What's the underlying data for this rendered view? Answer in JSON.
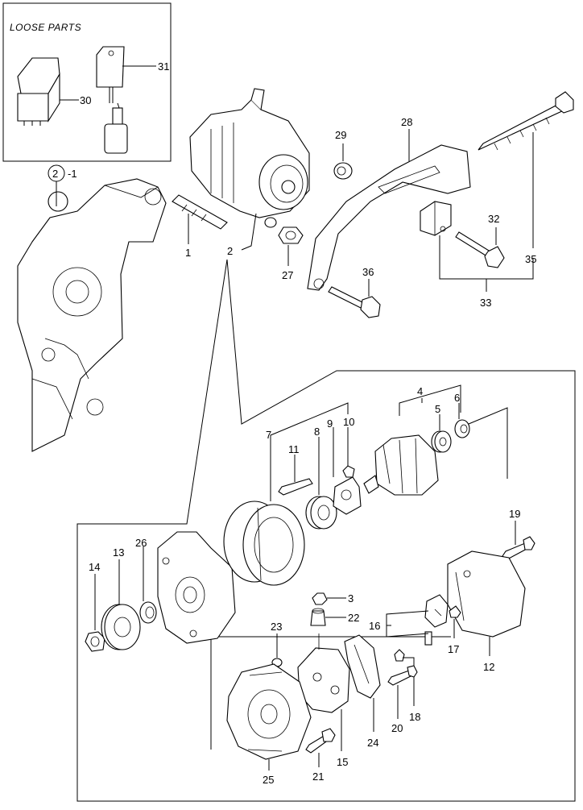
{
  "loose_parts_title": "LOOSE PARTS",
  "ref_label": "-1",
  "callouts": {
    "c1": "1",
    "c2": "2",
    "c2b": "2",
    "c3": "3",
    "c4": "4",
    "c5": "5",
    "c6": "6",
    "c7": "7",
    "c8": "8",
    "c9": "9",
    "c10": "10",
    "c11": "11",
    "c12": "12",
    "c13": "13",
    "c14": "14",
    "c15": "15",
    "c16": "16",
    "c17": "17",
    "c18": "18",
    "c19": "19",
    "c20": "20",
    "c21": "21",
    "c22": "22",
    "c23": "23",
    "c24": "24",
    "c25": "25",
    "c26": "26",
    "c27": "27",
    "c28": "28",
    "c29": "29",
    "c30": "30",
    "c31": "31",
    "c32": "32",
    "c33": "33",
    "c35": "35",
    "c36": "36"
  }
}
